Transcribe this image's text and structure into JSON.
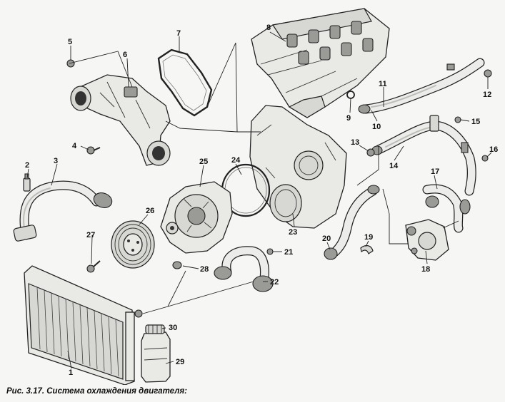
{
  "caption": "Рис. 3.17. Система охлаждения двигателя:",
  "callouts": {
    "c1": "1",
    "c2": "2",
    "c3": "3",
    "c4": "4",
    "c5": "5",
    "c6": "6",
    "c7": "7",
    "c8": "8",
    "c9": "9",
    "c10": "10",
    "c11": "11",
    "c12": "12",
    "c13": "13",
    "c14": "14",
    "c15": "15",
    "c16": "16",
    "c17": "17",
    "c18": "18",
    "c19": "19",
    "c20": "20",
    "c21": "21",
    "c22": "22",
    "c23": "23",
    "c24": "24",
    "c25": "25",
    "c26": "26",
    "c27": "27",
    "c28": "28",
    "c29": "29",
    "c30": "30"
  }
}
